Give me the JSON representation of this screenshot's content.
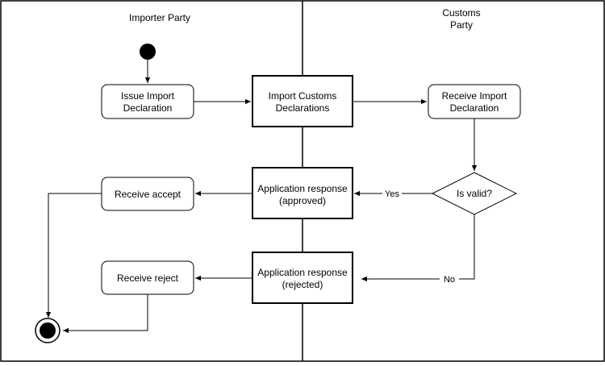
{
  "lanes": {
    "importer_title": "Importer Party",
    "customs_title_line1": "Customs",
    "customs_title_line2": "Party"
  },
  "nodes": {
    "issue_import_declaration": {
      "line1": "Issue Import",
      "line2": "Declaration"
    },
    "import_customs_declarations": {
      "line1": "Import Customs",
      "line2": "Declarations"
    },
    "receive_import_declaration": {
      "line1": "Receive Import",
      "line2": "Declaration"
    },
    "is_valid": "Is valid?",
    "application_response_approved": {
      "line1": "Application response",
      "line2": "(approved)"
    },
    "application_response_rejected": {
      "line1": "Application response",
      "line2": "(rejected)"
    },
    "receive_accept": "Receive accept",
    "receive_reject": "Receive reject"
  },
  "edges": {
    "yes_label": "Yes",
    "no_label": "No"
  }
}
